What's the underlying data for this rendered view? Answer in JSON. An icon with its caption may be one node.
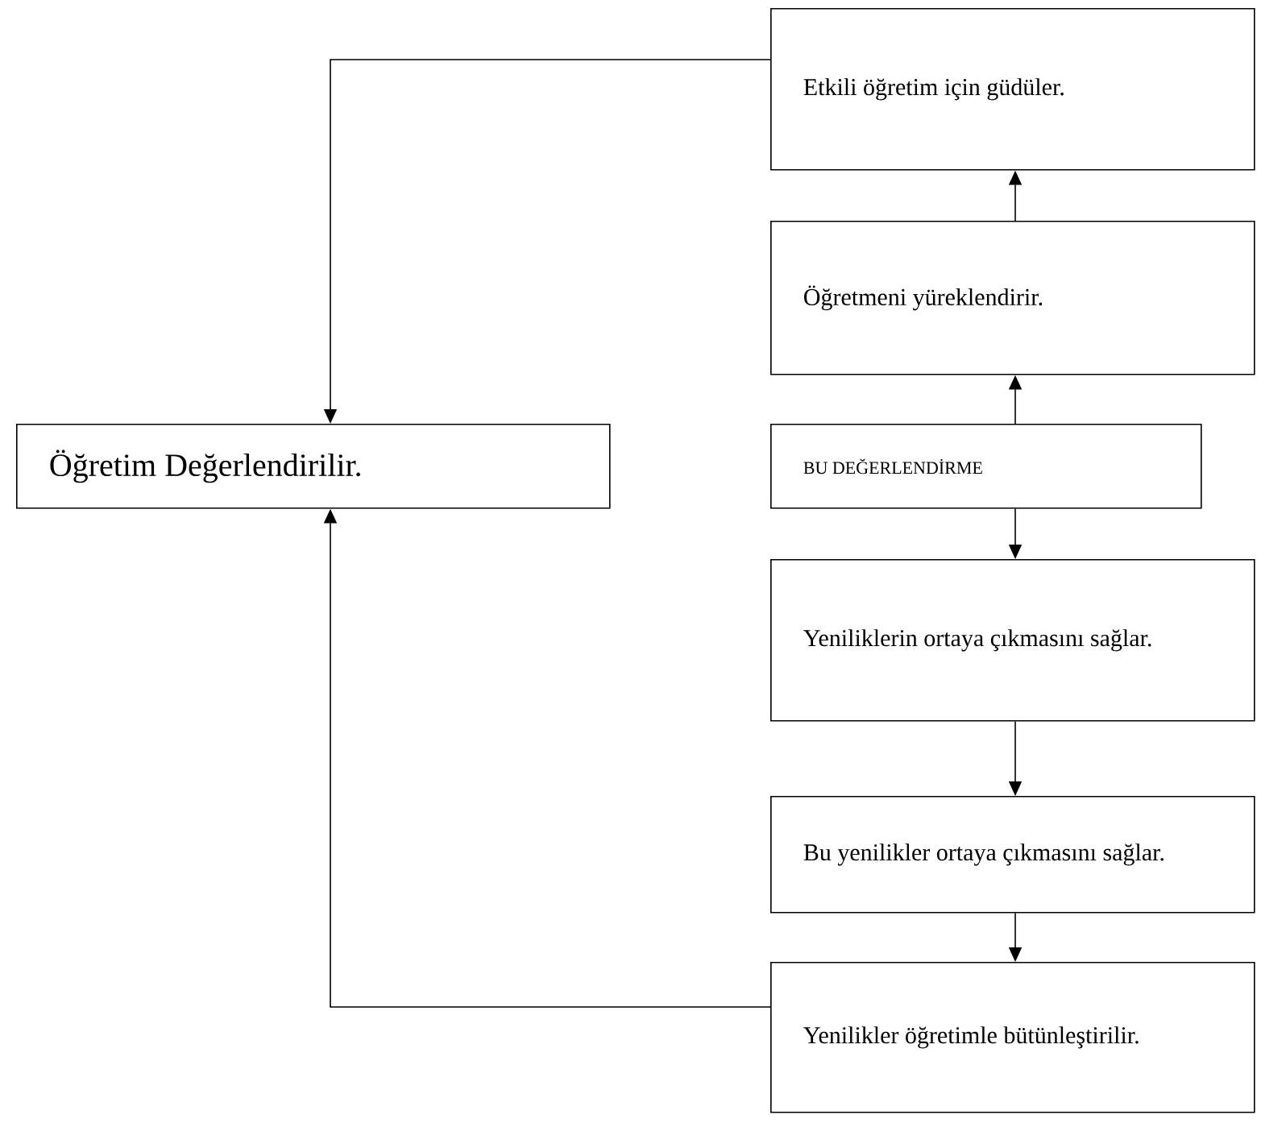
{
  "diagram": {
    "nodes": [
      {
        "text": [
          "Etkili öğretim için güdüler."
        ]
      },
      {
        "text": [
          "Öğretmeni yüreklendirir."
        ]
      },
      {
        "text": [
          "Öğretim Değerlendirilir."
        ]
      },
      {
        "text": [
          "BU DEĞERLENDİRME"
        ]
      },
      {
        "text": [
          "Yeniliklerin ortaya çıkmasını sağlar."
        ]
      },
      {
        "text": [
          "Bu yenilikler ortaya çıkmasını sağlar."
        ]
      },
      {
        "text": [
          "Yenilikler öğretimle bütünleştirilir."
        ]
      }
    ],
    "edges": [
      {
        "from": 3,
        "to": 1,
        "arrow": "to"
      },
      {
        "from": 1,
        "to": 0,
        "arrow": "to"
      },
      {
        "from": 0,
        "to": 2,
        "arrow": "to"
      },
      {
        "from": 3,
        "to": 4,
        "arrow": "to"
      },
      {
        "from": 4,
        "to": 5,
        "arrow": "to"
      },
      {
        "from": 5,
        "to": 6,
        "arrow": "to"
      },
      {
        "from": 6,
        "to": 2,
        "arrow": "to"
      }
    ]
  }
}
